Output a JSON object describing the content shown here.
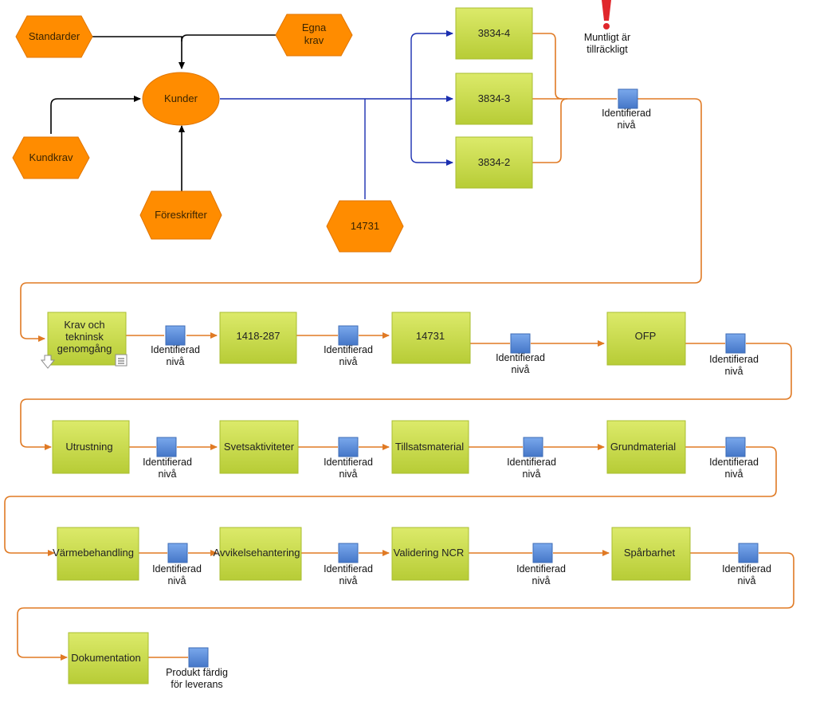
{
  "colors": {
    "hexagon": "#ff8c00",
    "process": "#c9dc4a",
    "gate": "#5b8fdc",
    "flow": "#e07a24",
    "input_link": "#000000",
    "branch_link": "#1a2eb0",
    "warning": "#e0262b"
  },
  "icons": [
    "warning-exclamation-icon",
    "drilldown-arrow-icon",
    "notes-icon"
  ],
  "sources": {
    "standarder": "Standarder",
    "egna_krav": [
      "Egna",
      "krav"
    ],
    "kundkrav": "Kundkrav",
    "foreskrifter": "Föreskrifter",
    "std_14731": "14731"
  },
  "hub": {
    "kunder": "Kunder"
  },
  "branches": {
    "b1": "3834-4",
    "b2": "3834-3",
    "b3": "3834-2"
  },
  "warning_note": [
    "Muntligt är",
    "tillräckligt"
  ],
  "gate": [
    "Identifierad",
    "nivå"
  ],
  "steps": {
    "krav": [
      "Krav och",
      "tekninsk",
      "genomgång"
    ],
    "s1418": "1418-287",
    "s14731": "14731",
    "ofp": "OFP",
    "utrustning": "Utrustning",
    "svets": "Svetsaktiviteter",
    "tillsats": "Tillsatsmaterial",
    "grund": "Grundmaterial",
    "varme": "Värmebehandling",
    "avvikelse": "Avvikelsehantering",
    "validering": "Validering NCR",
    "sparbarhet": "Spårbarhet",
    "dokumentation": "Dokumentation"
  },
  "final": [
    "Produkt färdig",
    "för leverans"
  ]
}
